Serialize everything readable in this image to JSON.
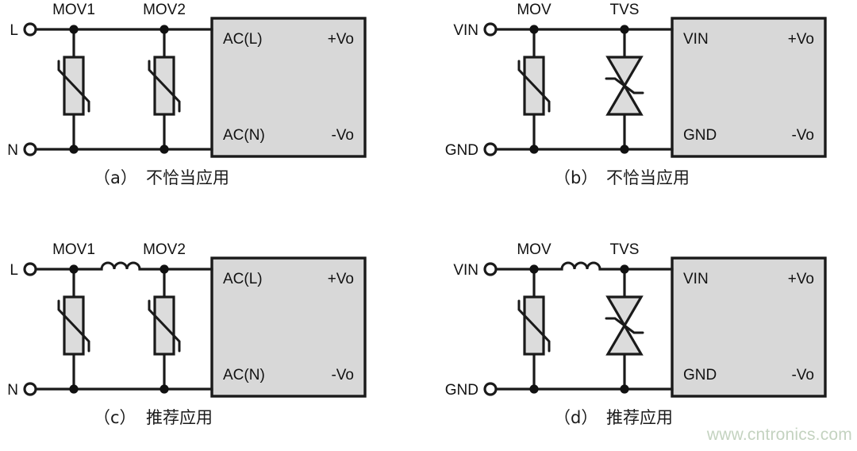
{
  "page": {
    "background": "#ffffff",
    "line_color": "#1a1a1a",
    "module_fill": "#d8d8d8",
    "component_fill": "#dcdcdc",
    "watermark": "www.cntronics.com",
    "watermark_color": "#c4d3c0"
  },
  "panels": [
    {
      "id": "a",
      "caption_index": "（a）",
      "caption_text": "不恰当应用",
      "has_inductor": false,
      "left_terminals": {
        "top": "L",
        "bottom": "N"
      },
      "components": [
        {
          "name": "MOV1",
          "type": "varistor"
        },
        {
          "name": "MOV2",
          "type": "varistor"
        }
      ],
      "module_ports": {
        "top_left": "AC(L)",
        "top_right": "+Vo",
        "bottom_left": "AC(N)",
        "bottom_right": "-Vo"
      }
    },
    {
      "id": "b",
      "caption_index": "（b）",
      "caption_text": "不恰当应用",
      "has_inductor": false,
      "left_terminals": {
        "top": "VIN",
        "bottom": "GND"
      },
      "components": [
        {
          "name": "MOV",
          "type": "varistor"
        },
        {
          "name": "TVS",
          "type": "tvs-diode"
        }
      ],
      "module_ports": {
        "top_left": "VIN",
        "top_right": "+Vo",
        "bottom_left": "GND",
        "bottom_right": "-Vo"
      }
    },
    {
      "id": "c",
      "caption_index": "（c）",
      "caption_text": "推荐应用",
      "has_inductor": true,
      "left_terminals": {
        "top": "L",
        "bottom": "N"
      },
      "components": [
        {
          "name": "MOV1",
          "type": "varistor"
        },
        {
          "name": "MOV2",
          "type": "varistor"
        }
      ],
      "module_ports": {
        "top_left": "AC(L)",
        "top_right": "+Vo",
        "bottom_left": "AC(N)",
        "bottom_right": "-Vo"
      }
    },
    {
      "id": "d",
      "caption_index": "（d）",
      "caption_text": "推荐应用",
      "has_inductor": true,
      "left_terminals": {
        "top": "VIN",
        "bottom": "GND"
      },
      "components": [
        {
          "name": "MOV",
          "type": "varistor"
        },
        {
          "name": "TVS",
          "type": "tvs-diode"
        }
      ],
      "module_ports": {
        "top_left": "VIN",
        "top_right": "+Vo",
        "bottom_left": "GND",
        "bottom_right": "-Vo"
      }
    }
  ]
}
